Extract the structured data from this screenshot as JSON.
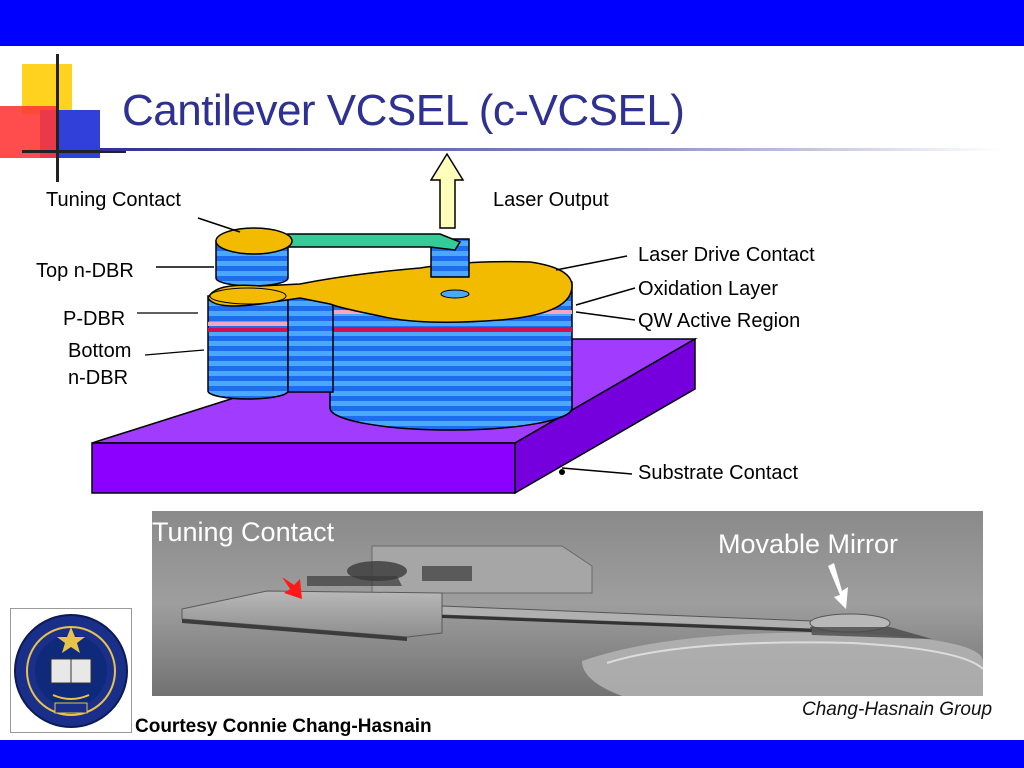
{
  "slide": {
    "title": "Cantilever VCSEL (c-VCSEL)",
    "labels": {
      "tuning_contact": "Tuning Contact",
      "laser_output": "Laser Output",
      "top_ndbr": "Top n-DBR",
      "laser_drive_contact": "Laser Drive Contact",
      "oxidation_layer": "Oxidation Layer",
      "pdbr": "P-DBR",
      "qw_active_region": "QW Active Region",
      "bottom_ndbr_line1": "Bottom",
      "bottom_ndbr_line2": "n-DBR",
      "substrate_contact": "Substrate Contact"
    },
    "micrograph": {
      "tuning_contact": "Tuning Contact",
      "movable_mirror": "Movable Mirror"
    },
    "credit": "Courtesy Connie Chang-Hasnain",
    "group": "Chang-Hasnain Group"
  },
  "colors": {
    "band": "#0000ff",
    "title": "#2e3192",
    "dbr_blue": "#1e6cf0",
    "dbr_light": "#4aa8ff",
    "gold": "#f2bb00",
    "substrate": "#8c00ff",
    "qw_red": "#d01050",
    "oxide_pink": "#f4a6c8",
    "cantilever_green": "#33cc99"
  },
  "icons": {
    "seal": "university-seal-icon",
    "output_arrow": "up-arrow-icon"
  }
}
